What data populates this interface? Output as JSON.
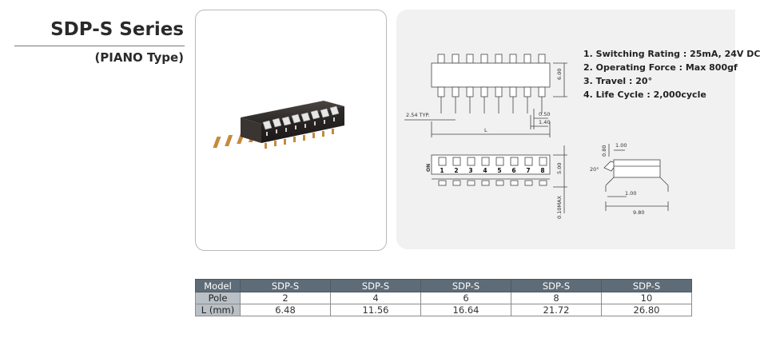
{
  "header": {
    "series_title": "SDP-S Series",
    "series_subtitle": "(PIANO Type)"
  },
  "specs": [
    "1. Switching Rating : 25mA, 24V DC",
    "2. Operating Force : Max 800gf",
    "3. Travel : 20°",
    "4. Life Cycle : 2,000cycle"
  ],
  "drawing": {
    "dim_height_top": "6.00",
    "dim_pitch": "2.54 TYP.",
    "dim_050": "0.50",
    "dim_140": "1.40",
    "dim_length": "L",
    "dim_height_front": "5.00",
    "dim_max": "0.10MAX",
    "on_label": "ON",
    "position_numbers": [
      "1",
      "2",
      "3",
      "4",
      "5",
      "6",
      "7",
      "8"
    ],
    "side_080": "0.80",
    "side_100_top": "1.00",
    "side_angle": "20°",
    "side_100_bottom": "1.00",
    "side_980": "9.80"
  },
  "table": {
    "headers": [
      "Model",
      "SDP-S",
      "SDP-S",
      "SDP-S",
      "SDP-S",
      "SDP-S"
    ],
    "rows": [
      [
        "Pole",
        "2",
        "4",
        "6",
        "8",
        "10"
      ],
      [
        "L (mm)",
        "6.48",
        "11.56",
        "16.64",
        "21.72",
        "26.80"
      ]
    ]
  }
}
